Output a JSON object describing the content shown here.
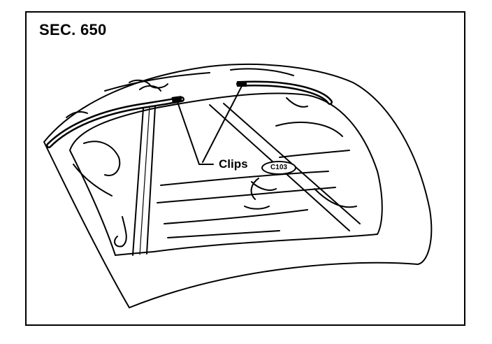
{
  "section": {
    "label": "SEC. 650"
  },
  "callouts": {
    "clips_label": "Clips",
    "part_code": "C103"
  },
  "colors": {
    "ink": "#000000",
    "paper": "#ffffff"
  }
}
